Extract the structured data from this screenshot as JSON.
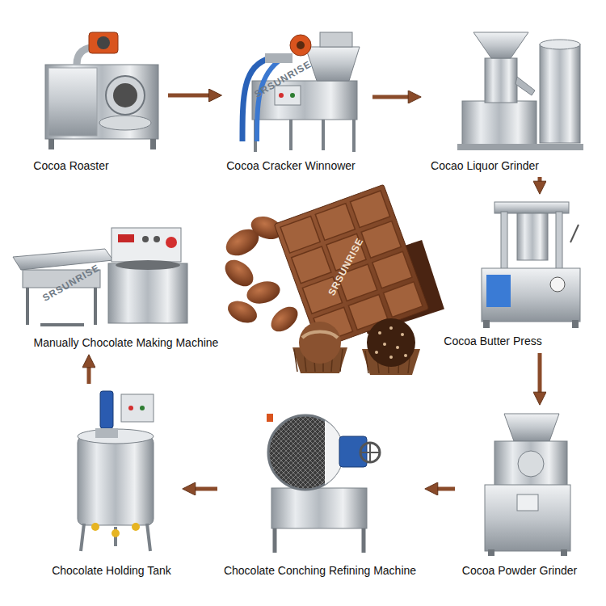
{
  "diagram": {
    "nodes": [
      {
        "text": [
          "Cocoa Roaster"
        ]
      },
      {
        "text": [
          "Cocoa Cracker Winnower"
        ]
      },
      {
        "text": [
          "Cocao Liquor Grinder"
        ]
      },
      {
        "text": [
          "Cocoa Butter Press"
        ]
      },
      {
        "text": [
          "Cocoa Powder Grinder"
        ]
      },
      {
        "text": [
          "Chocolate Conching Refining Machine"
        ]
      },
      {
        "text": [
          "Chocolate Holding Tank"
        ]
      },
      {
        "text": [
          "Manually Chocolate Making Machine"
        ]
      }
    ],
    "edges": [
      {
        "from": 0,
        "to": 1,
        "arrow": "to"
      },
      {
        "from": 1,
        "to": 2,
        "arrow": "to"
      },
      {
        "from": 2,
        "to": 3,
        "arrow": "to"
      },
      {
        "from": 3,
        "to": 4,
        "arrow": "to"
      },
      {
        "from": 4,
        "to": 5,
        "arrow": "to"
      },
      {
        "from": 5,
        "to": 6,
        "arrow": "to"
      },
      {
        "from": 6,
        "to": 7,
        "arrow": "to"
      }
    ],
    "labels": [
      "SRSUNRISE",
      "SRSUNRISE",
      "SRSUNRISE"
    ]
  }
}
